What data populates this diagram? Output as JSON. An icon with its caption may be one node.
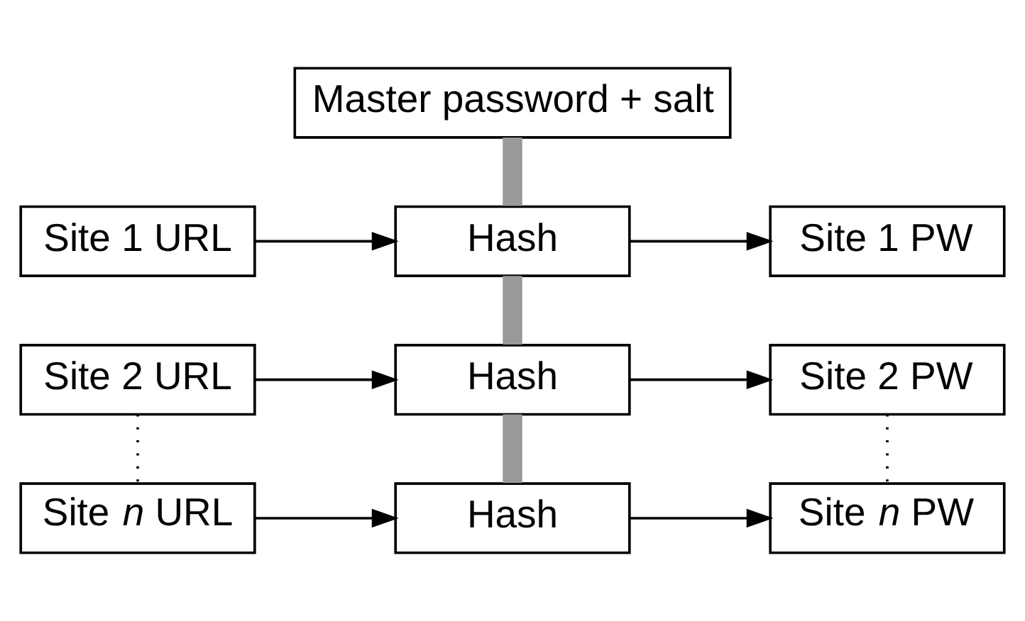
{
  "diagram": {
    "nodes": [
      {
        "text": [
          "Master password + salt"
        ]
      },
      {
        "text": [
          "Site 1 URL"
        ]
      },
      {
        "text": [
          "Hash"
        ]
      },
      {
        "text": [
          "Site 1 PW"
        ]
      },
      {
        "text": [
          "Site 2 URL"
        ]
      },
      {
        "text": [
          "Hash"
        ]
      },
      {
        "text": [
          "Site 2 PW"
        ]
      },
      {
        "text": [
          "Site *n* URL"
        ]
      },
      {
        "text": [
          "Hash"
        ]
      },
      {
        "text": [
          "Site *n* PW"
        ]
      }
    ],
    "edges": [
      {
        "from": 0,
        "to": 2,
        "arrow": "none",
        "style": "thick",
        "color": "#999999"
      },
      {
        "from": 1,
        "to": 2,
        "arrow": "to"
      },
      {
        "from": 2,
        "to": 3,
        "arrow": "to"
      },
      {
        "from": 2,
        "to": 5,
        "arrow": "none",
        "style": "thick",
        "color": "#999999"
      },
      {
        "from": 4,
        "to": 5,
        "arrow": "to"
      },
      {
        "from": 5,
        "to": 6,
        "arrow": "to"
      },
      {
        "from": 5,
        "to": 8,
        "arrow": "none",
        "style": "thick",
        "color": "#999999"
      },
      {
        "from": 7,
        "to": 8,
        "arrow": "to"
      },
      {
        "from": 8,
        "to": 9,
        "arrow": "to"
      },
      {
        "from": 4,
        "to": 7,
        "arrow": "none",
        "style": "dashed"
      },
      {
        "from": 6,
        "to": 9,
        "arrow": "none",
        "style": "dashed"
      }
    ]
  }
}
